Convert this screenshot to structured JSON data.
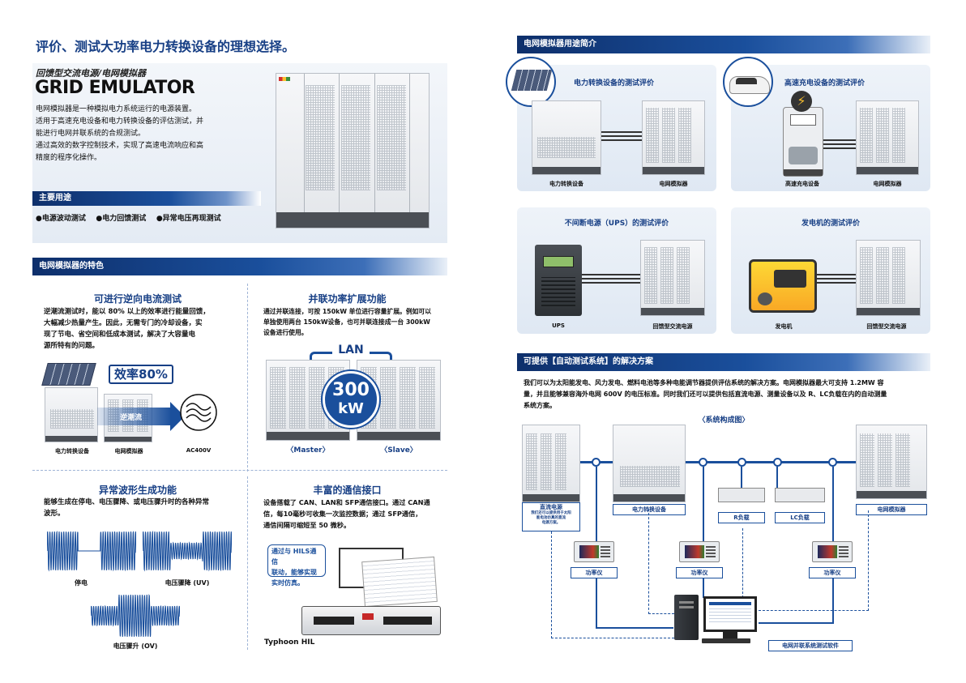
{
  "left": {
    "headline": "评价、测试大功率电力转换设备的理想选择。",
    "subtitle": "回馈型交流电源/电网模拟器",
    "product": "GRID EMULATOR",
    "intro": [
      "电网模拟器是一种模拟电力系统运行的电源装置。",
      "适用于高速充电设备和电力转换设备的评估测试，并",
      "能进行电网并联系统的合规测试。",
      "通过高效的数字控制技术，实现了高速电流响应和高",
      "精度的程序化操作。"
    ],
    "uses_bar": "主要用途",
    "uses": [
      "●电源波动测试",
      "●电力回馈测试",
      "●异常电压再现测试"
    ],
    "features_bar": "电网模拟器的特色",
    "f1": {
      "title": "可进行逆向电流测试",
      "text": [
        "逆潮流测试时，能以 80% 以上的效率进行能量回馈，",
        "大幅减少热量产生。因此，无需专门的冷却设备，实",
        "现了节电、省空间和低成本测试，解决了大容量电",
        "源所特有的问题。"
      ],
      "efficiency": "效率80%",
      "flow": "逆潮流",
      "cap_converter": "电力转换设备",
      "cap_emulator": "电网模拟器",
      "cap_ac": "AC400V"
    },
    "f2": {
      "title": "并联功率扩展功能",
      "text": [
        "通过并联连接，可按 150kW 单位进行容量扩展。例如可以",
        "单独使用两台 150kW设备，也可并联连接成一台 300kW",
        "设备进行使用。"
      ],
      "lan": "LAN",
      "power_num": "300",
      "power_unit": "kW",
      "master": "〈Master〉",
      "slave": "〈Slave〉"
    },
    "f3": {
      "title": "异常波形生成功能",
      "text": [
        "能够生成在停电、电压骤降、或电压骤升时的各种异常",
        "波形。"
      ],
      "w1": "停电",
      "w2": "电压骤降 (UV)",
      "w3": "电压骤升 (OV)"
    },
    "f4": {
      "title": "丰富的通信接口",
      "text": [
        "设备搭载了 CAN、LAN和 SFP通信接口。通过 CAN通",
        "信，每10毫秒可收集一次监控数据；通过 SFP通信，",
        "通信间隔可缩短至 50 微秒。"
      ],
      "bubble": [
        "通过与 HILS通信",
        "联动，能够实现",
        "实时仿真。"
      ],
      "hil": "Typhoon HIL"
    }
  },
  "right": {
    "apps_bar": "电网模拟器用途简介",
    "c1": {
      "title": "电力转换设备的测试评价",
      "a": "电力转换设备",
      "b": "电网模拟器"
    },
    "c2": {
      "title": "高速充电设备的测试评价",
      "a": "高速充电设备",
      "b": "电网模拟器"
    },
    "c3": {
      "title": "不间断电源（UPS）的测试评价",
      "a": "UPS",
      "b": "回馈型交流电源"
    },
    "c4": {
      "title": "发电机的测试评价",
      "a": "发电机",
      "b": "回馈型交流电源"
    },
    "solution_bar": "可提供【自动测试系统】的解决方案",
    "solution_text": [
      "我们可以为太阳能发电、风力发电、燃料电池等多种电能调节器提供评估系统的解决方案。电网模拟器最大可支持 1.2MW 容",
      "量，并且能够兼容海外电网 600V 的电压标准。同时我们还可以提供包括直流电源、测量设备以及 R、LC负载在内的自动测量",
      "系统方案。"
    ],
    "diagram_title": "〈系统构成图〉",
    "dc_title": "直流电源",
    "dc_note": [
      "我们还可以提供用于太阳",
      "能电池仿真的直流",
      "电源方案。"
    ],
    "converter": "电力转换设备",
    "r_load": "R负载",
    "lc_load": "LC负载",
    "emulator": "电网模拟器",
    "meter1": "功率仪",
    "meter2": "功率仪",
    "meter3": "功率仪",
    "software": "电网并联系统测试软件"
  }
}
